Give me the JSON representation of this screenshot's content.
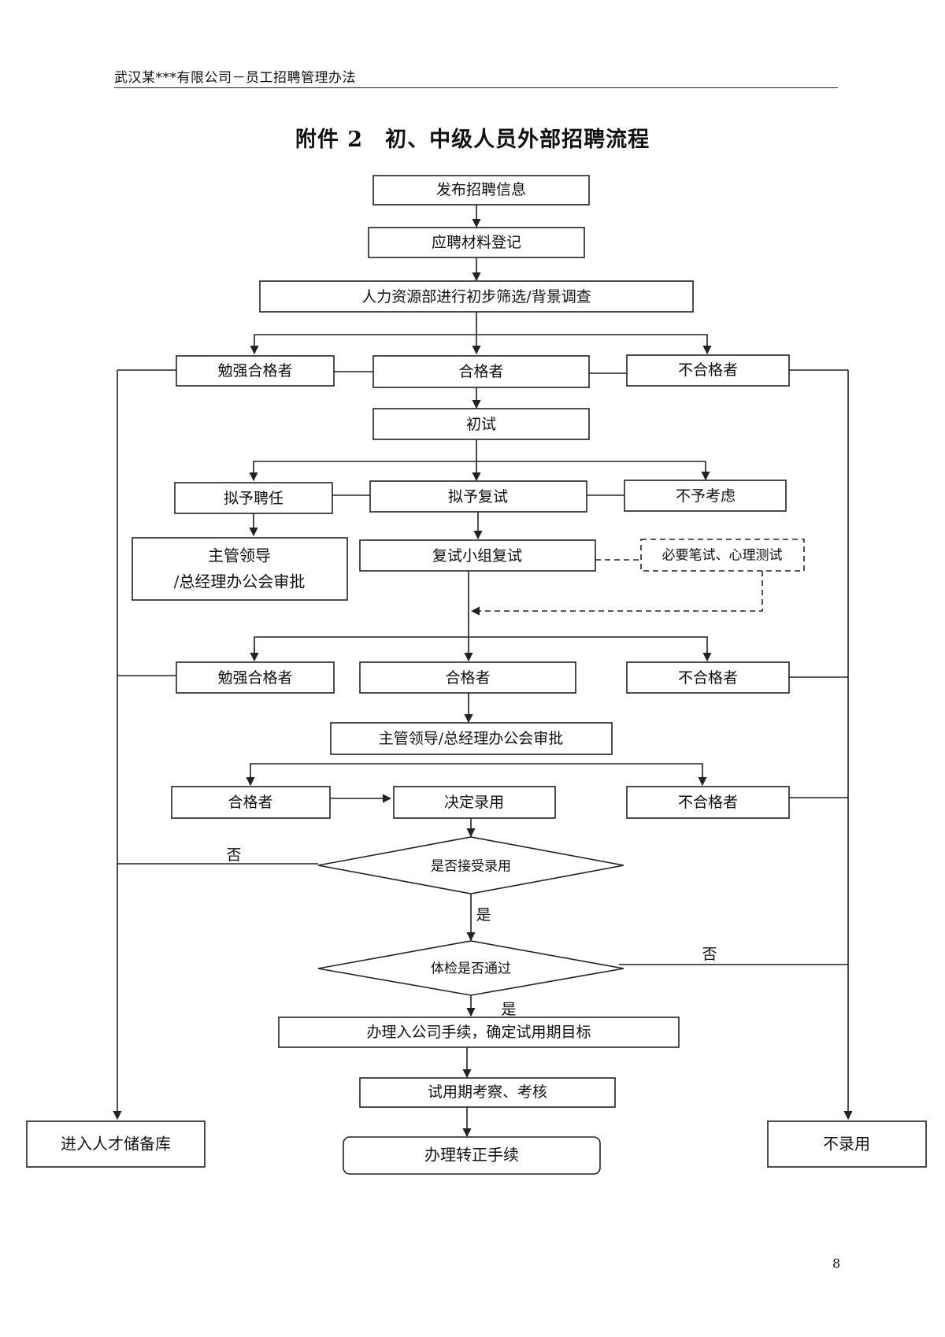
{
  "header": {
    "text": "武汉某***有限公司－员工招聘管理办法"
  },
  "title": "附件 2　初、中级人员外部招聘流程",
  "page_number": "8",
  "nodes": {
    "post": "发布招聘信息",
    "register": "应聘材料登记",
    "screen": "人力资源部进行初步筛选/背景调查",
    "r1_weak": "勉强合格者",
    "r1_pass": "合格者",
    "r1_fail": "不合格者",
    "first_interview": "初试",
    "propose_hire": "拟予聘任",
    "propose_retest": "拟予复试",
    "reject_consider": "不予考虑",
    "approve1_line1": "主管领导",
    "approve1_line2": "/总经理办公会审批",
    "retest_panel": "复试小组复试",
    "written_tests": "必要笔试、心理测试",
    "r2_weak": "勉强合格者",
    "r2_pass": "合格者",
    "r2_fail": "不合格者",
    "approve2": "主管领导/总经理办公会审批",
    "r3_pass": "合格者",
    "decide_hire": "决定录用",
    "r3_fail": "不合格者",
    "accept_offer": "是否接受录用",
    "medical_check": "体检是否通过",
    "onboard": "办理入公司手续，确定试用期目标",
    "probation": "试用期考察、考核",
    "talent_pool": "进入人才储备库",
    "regularize": "办理转正手续",
    "not_hired": "不录用"
  },
  "edge_labels": {
    "accept_no": "否",
    "accept_yes": "是",
    "medical_no": "否",
    "medical_yes": "是"
  }
}
